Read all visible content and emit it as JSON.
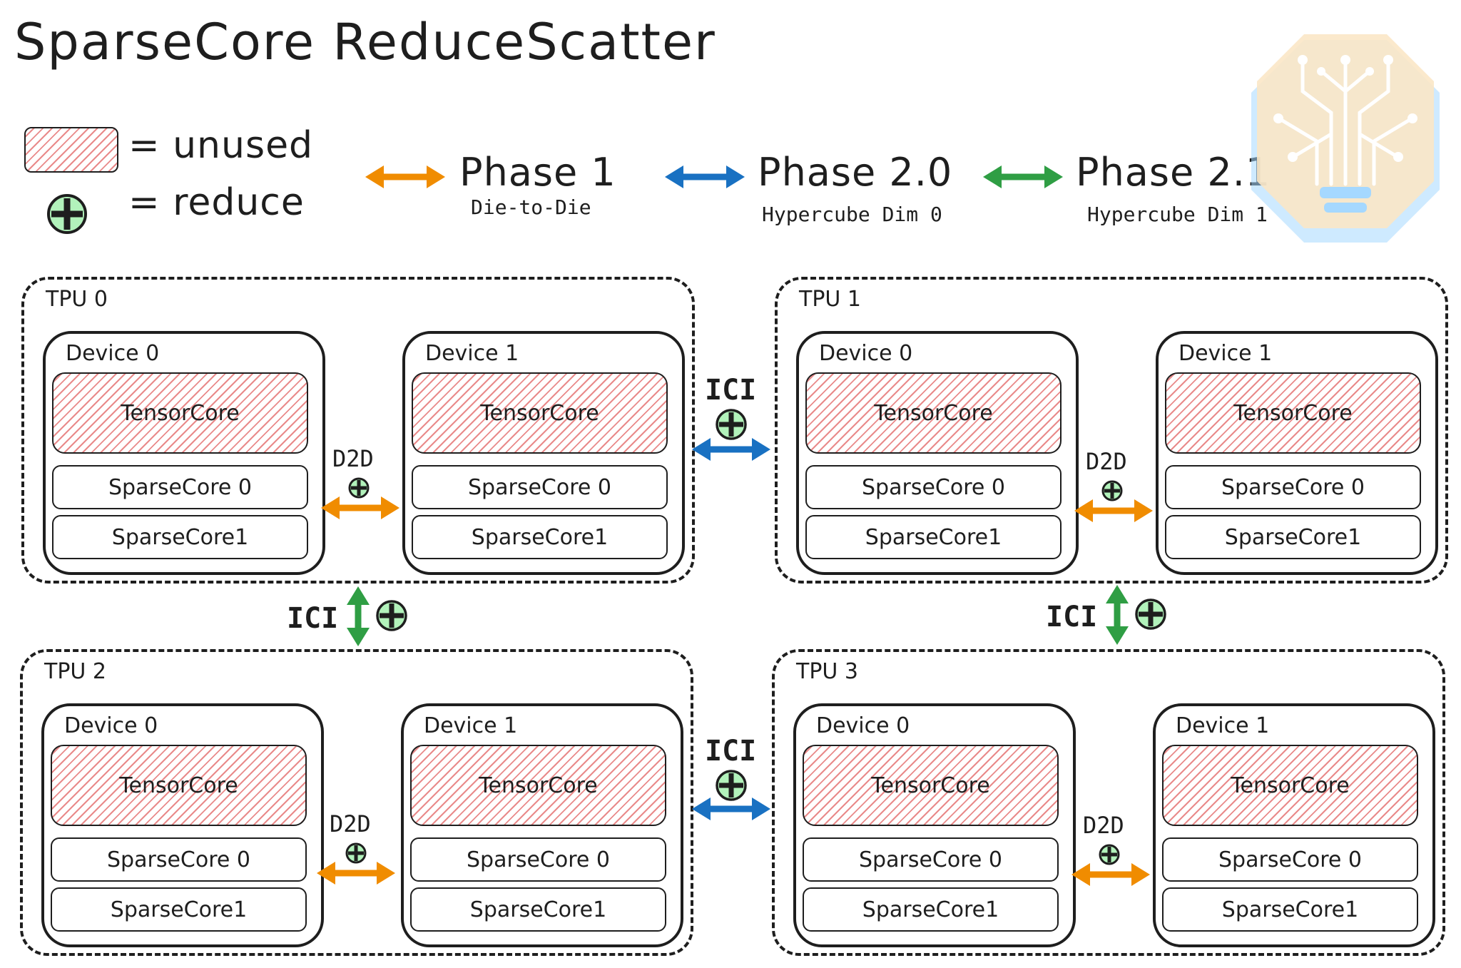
{
  "title": "SparseCore ReduceScatter",
  "legend": {
    "unused": "= unused",
    "reduce": "= reduce"
  },
  "phases": [
    {
      "label": "Phase 1",
      "sub": "Die-to-Die",
      "color": "#f08c00"
    },
    {
      "label": "Phase 2.0",
      "sub": "Hypercube Dim 0",
      "color": "#1971c2"
    },
    {
      "label": "Phase 2.1",
      "sub": "Hypercube Dim 1",
      "color": "#2f9e44"
    }
  ],
  "tpus": [
    {
      "label": "TPU 0",
      "devices": [
        {
          "label": "Device 0"
        },
        {
          "label": "Device 1"
        }
      ]
    },
    {
      "label": "TPU 1",
      "devices": [
        {
          "label": "Device 0"
        },
        {
          "label": "Device 1"
        }
      ]
    },
    {
      "label": "TPU 2",
      "devices": [
        {
          "label": "Device 0"
        },
        {
          "label": "Device 1"
        }
      ]
    },
    {
      "label": "TPU 3",
      "devices": [
        {
          "label": "Device 0"
        },
        {
          "label": "Device 1"
        }
      ]
    }
  ],
  "components": {
    "tensorcore": "TensorCore",
    "sparsecore0": "SparseCore 0",
    "sparsecore1": "SparseCore1"
  },
  "links": {
    "d2d": "D2D",
    "ici": "ICI"
  },
  "colors": {
    "reduce_fill": "#b2f2bb",
    "unused_hatch": "#e98a8a",
    "logo_bg": "#fbe7c6",
    "logo_accent": "#a5d8ff"
  }
}
